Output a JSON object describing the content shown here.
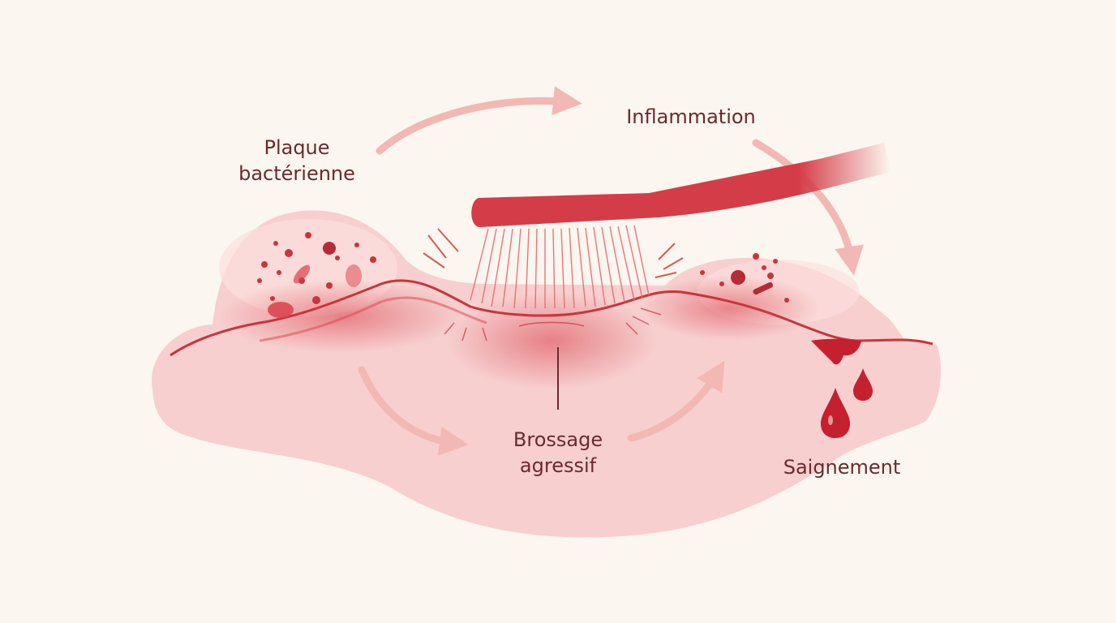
{
  "labels": {
    "plaque": [
      "Plaque",
      "bactérienne"
    ],
    "inflammation": "Inflammation",
    "brossage": [
      "Brossage",
      "agressif"
    ],
    "saignement": "Saignement"
  },
  "colors": {
    "background": "#fbf6ef",
    "gum": "#f7cfcf",
    "gum_light": "#fbe0dd",
    "gum_line": "#c8353d",
    "inflamed": "#d9414a",
    "toothbrush": "#d43d48",
    "arrow": "#f2b8b4",
    "blood": "#c4202f",
    "text": "#6b2a2e"
  },
  "icons": [
    "plaque-bacteria-icon",
    "toothbrush-icon",
    "bristles-icon",
    "flow-arrow-icon",
    "blood-drop-icon"
  ]
}
